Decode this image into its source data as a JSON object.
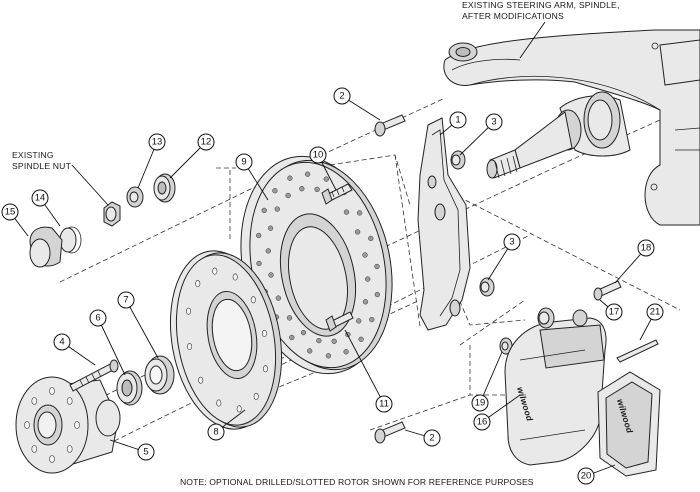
{
  "captions": {
    "steering_arm": [
      "EXISTING STEERING ARM, SPINDLE,",
      "AFTER MODIFICATIONS"
    ],
    "spindle_nut": [
      "EXISTING",
      "SPINDLE NUT"
    ],
    "note": "NOTE: OPTIONAL DRILLED/SLOTTED ROTOR SHOWN FOR REFERENCE PURPOSES",
    "caliper_brand": "wilwood",
    "pad_brand": "wilwood"
  },
  "callouts": [
    "1",
    "2",
    "2",
    "3",
    "3",
    "4",
    "5",
    "6",
    "7",
    "8",
    "9",
    "10",
    "11",
    "12",
    "13",
    "14",
    "15",
    "16",
    "17",
    "18",
    "19",
    "20",
    "21"
  ]
}
